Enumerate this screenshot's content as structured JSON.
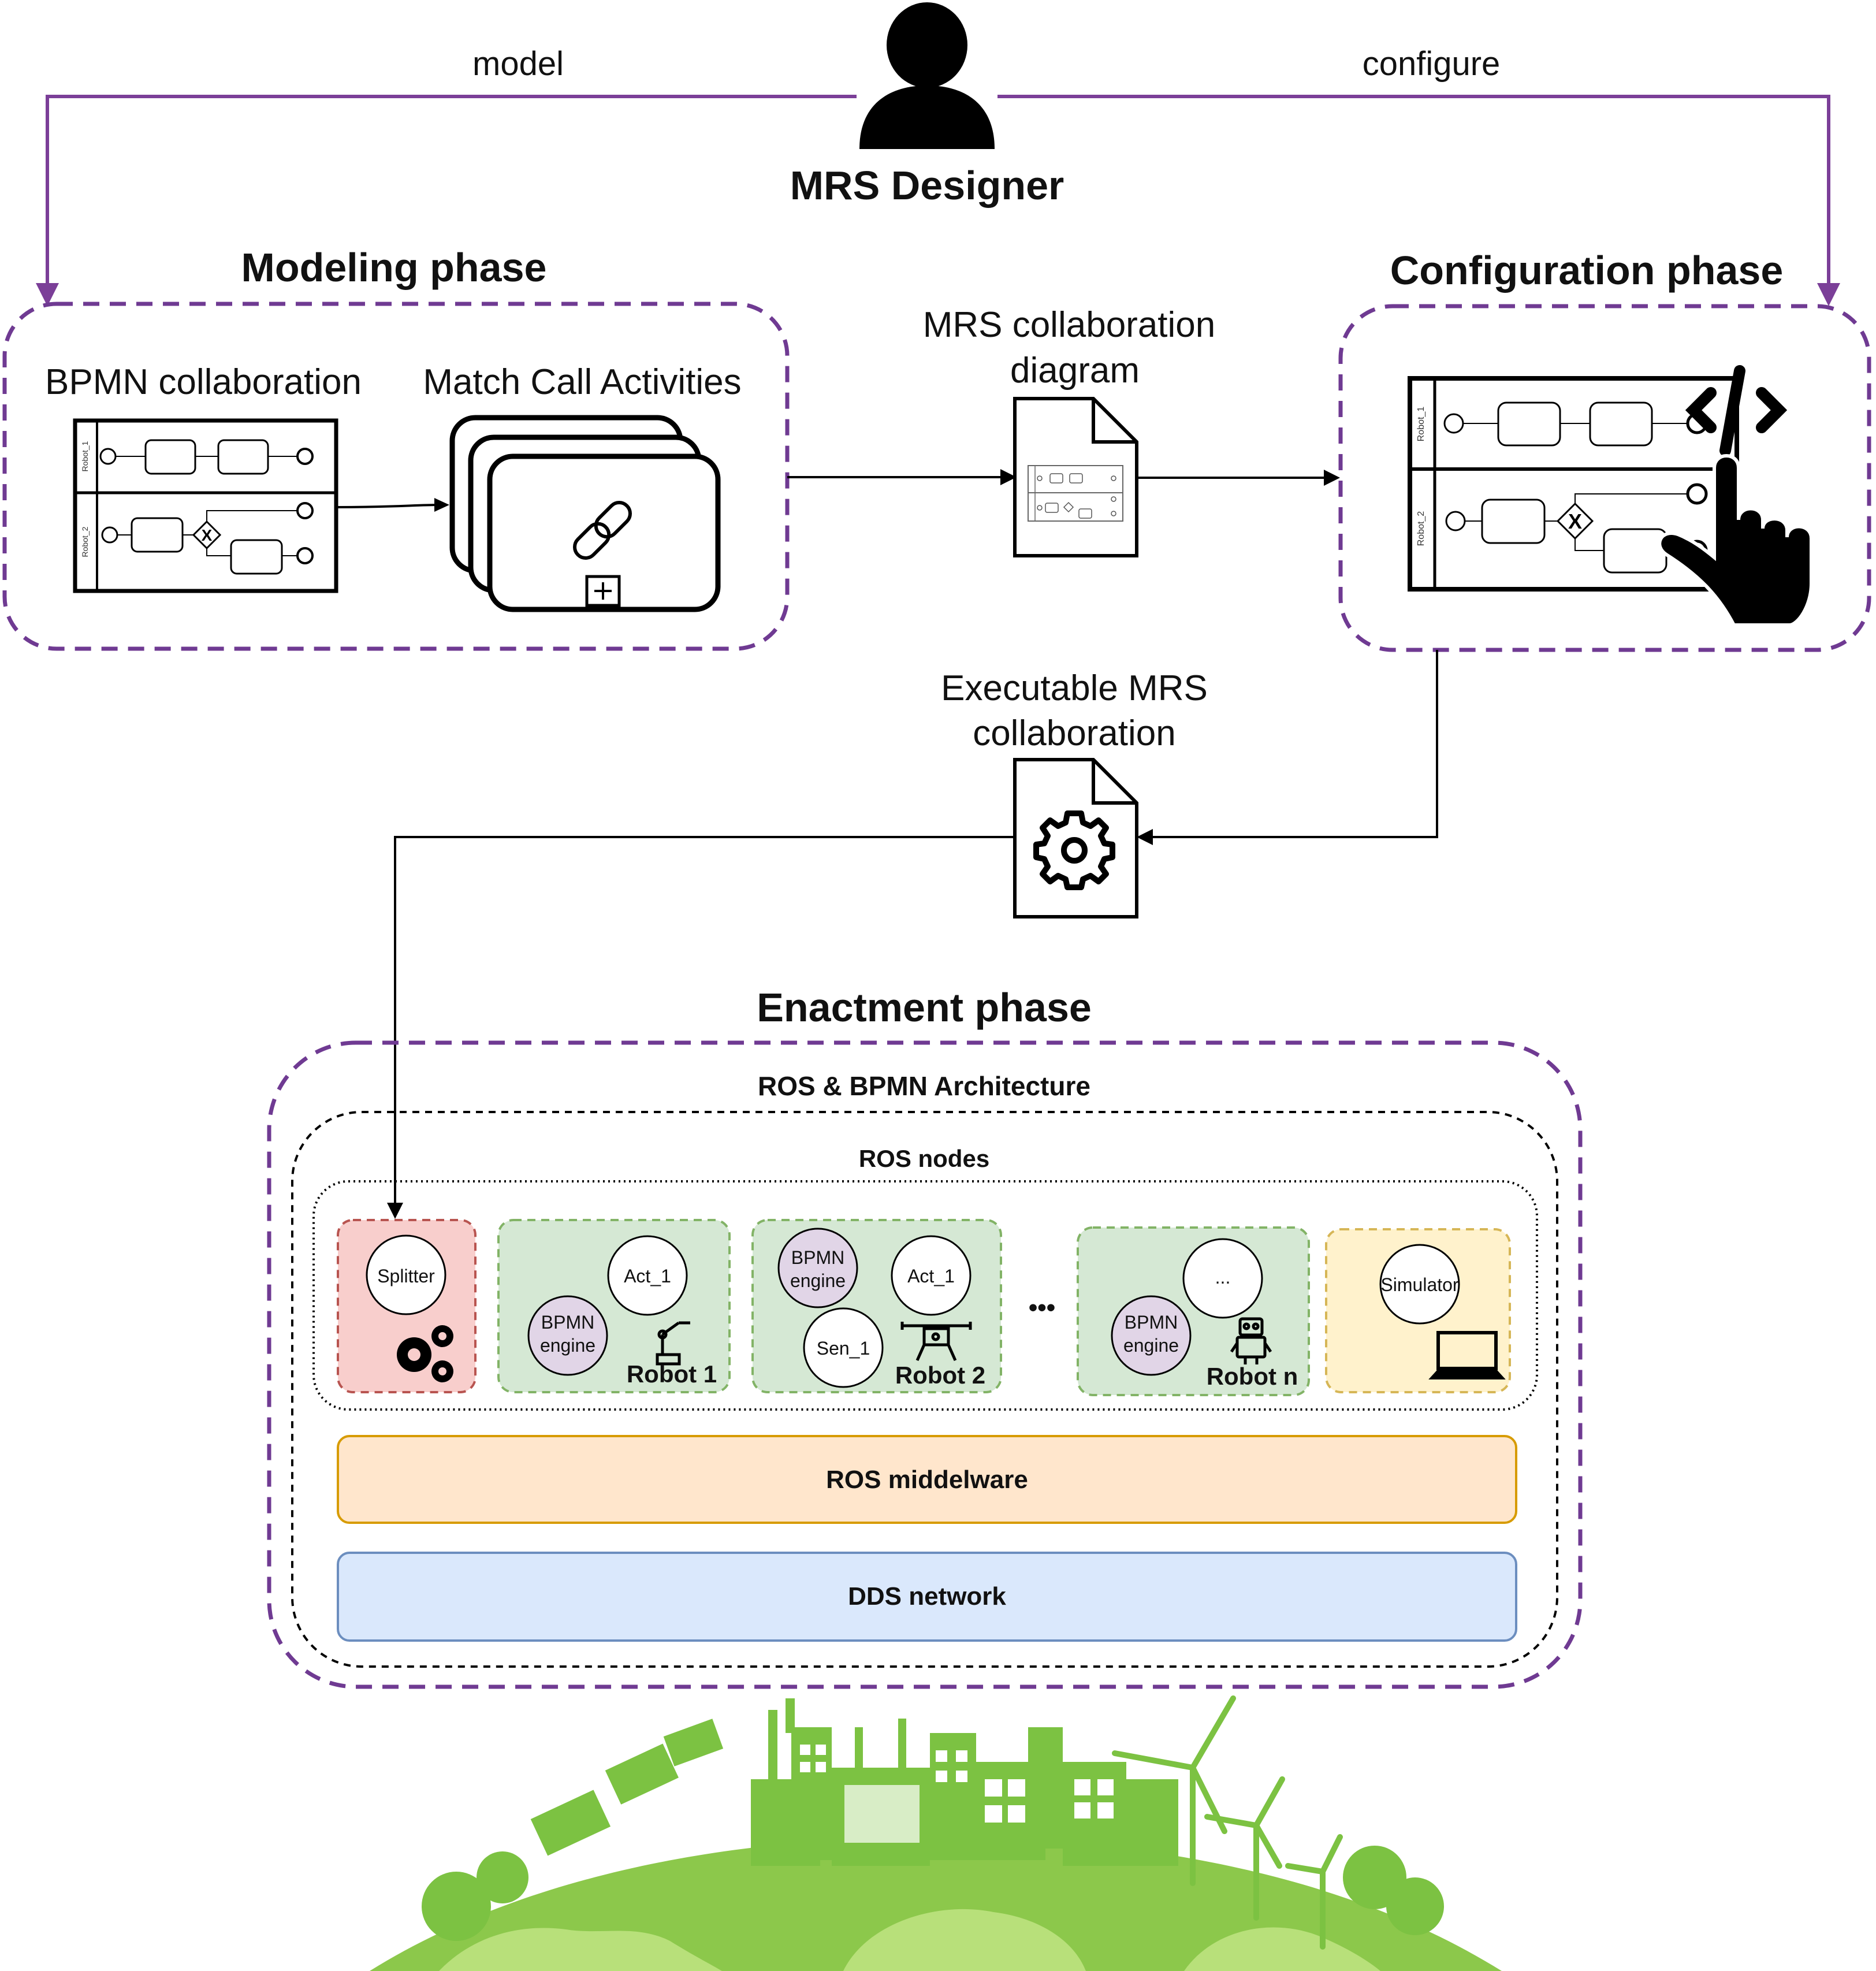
{
  "designer": {
    "label": "MRS Designer",
    "arrow_left_label": "model",
    "arrow_right_label": "configure"
  },
  "modeling": {
    "title": "Modeling phase",
    "bpmn_label": "BPMN collaboration",
    "match_label": "Match Call Activities",
    "lane_1": "Robot_1",
    "lane_2": "Robot_2"
  },
  "collab_doc": {
    "label_line1": "MRS collaboration",
    "label_line2": "diagram"
  },
  "configuration": {
    "title": "Configuration phase",
    "lane_1": "Robot_1",
    "lane_2": "Robot_2"
  },
  "exec_doc": {
    "label_line1": "Executable MRS",
    "label_line2": "collaboration"
  },
  "enactment": {
    "title": "Enactment phase",
    "architecture_label": "ROS & BPMN Architecture",
    "nodes_label": "ROS nodes",
    "splitter": "Splitter",
    "robot1": {
      "name": "Robot 1",
      "engine_line1": "BPMN",
      "engine_line2": "engine",
      "act": "Act_1"
    },
    "robot2": {
      "name": "Robot 2",
      "engine_line1": "BPMN",
      "engine_line2": "engine",
      "act": "Act_1",
      "sen": "Sen_1"
    },
    "ellipsis": "•••",
    "robotn": {
      "name": "Robot n",
      "engine_line1": "BPMN",
      "engine_line2": "engine",
      "act": "..."
    },
    "simulator": "Simulator",
    "middleware": "ROS middelware",
    "network": "DDS network"
  },
  "colors": {
    "phase_border": "#6F3A92",
    "arrow_purple": "#7B3F98",
    "robot_fill": "#d5e8d4",
    "robot_border": "#82b366",
    "splitter_fill": "#f8cecc",
    "splitter_border": "#b85450",
    "sim_fill": "#fff2cc",
    "sim_border": "#d6b656",
    "middleware_fill": "#ffe6cc",
    "middleware_border": "#d79b00",
    "network_fill": "#dae8fc",
    "network_border": "#6c8ebf",
    "engine_fill": "#e1d5e7",
    "green": "#7cc242"
  }
}
